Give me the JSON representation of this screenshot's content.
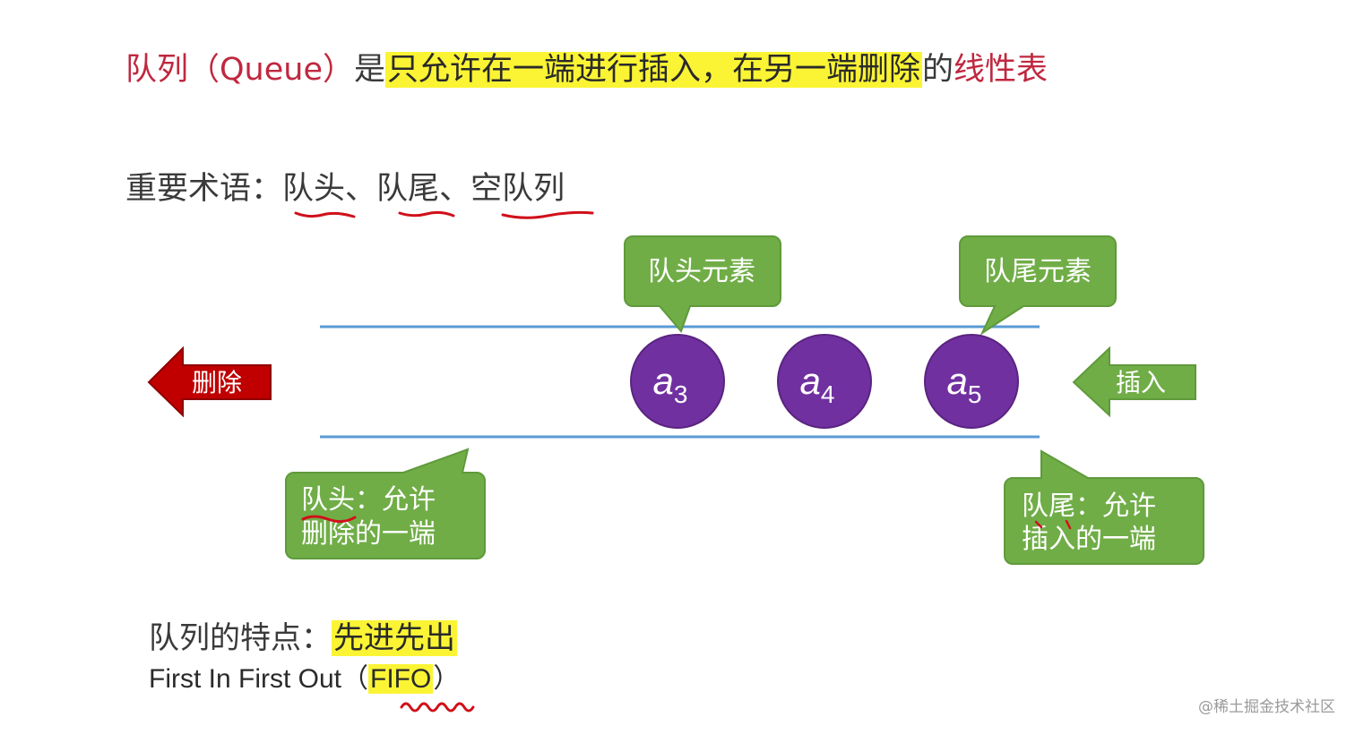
{
  "definition": {
    "part1": "队列（Queue）",
    "part2": "是",
    "part3": "只允许在一端进行插入，在另一端删除",
    "part4": "的",
    "part5": "线性表"
  },
  "terms": {
    "label": "重要术语：",
    "items": [
      "队头",
      "队尾",
      "空队列"
    ],
    "separator": "、"
  },
  "diagram": {
    "elements": [
      {
        "base": "a",
        "sub": "3"
      },
      {
        "base": "a",
        "sub": "4"
      },
      {
        "base": "a",
        "sub": "5"
      }
    ],
    "delete_label": "删除",
    "insert_label": "插入",
    "head_element_label": "队头元素",
    "tail_element_label": "队尾元素",
    "head_desc": [
      "队头：允许",
      "删除的一端"
    ],
    "tail_desc": [
      "队尾：允许",
      "插入的一端"
    ],
    "colors": {
      "line": "#5b9bd5",
      "element": "#7030a0",
      "callout": "#70ad47",
      "delete_arrow": "#c00000",
      "insert_arrow": "#70ad47"
    }
  },
  "feature": {
    "label": "队列的特点：",
    "value": "先进先出"
  },
  "fifo": {
    "text": "First In First Out",
    "open": "（",
    "abbr": "FIFO",
    "close": "）"
  },
  "watermark": "@稀土掘金技术社区"
}
